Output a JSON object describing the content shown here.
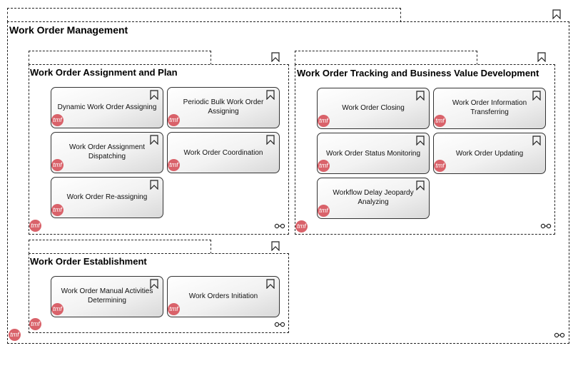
{
  "diagram": {
    "outer_title": "Work Order Management",
    "badge_text": "tmf",
    "groups": {
      "assignment": {
        "title": "Work Order Assignment and Plan",
        "items": [
          "Dynamic Work Order Assigning",
          "Periodic Bulk Work Order Assigning",
          "Work Order Assignment Dispatching",
          "Work Order Coordination",
          "Work Order Re-assigning"
        ]
      },
      "tracking": {
        "title": "Work Order Tracking and Business Value Development",
        "items": [
          "Work Order Closing",
          "Work Order Information Transferring",
          "Work Order Status Monitoring",
          "Work Order Updating",
          "Workflow Delay Jeopardy Analyzing"
        ]
      },
      "establishment": {
        "title": "Work Order Establishment",
        "items": [
          "Work Order Manual Activities Determining",
          "Work Orders Initiation"
        ]
      }
    }
  }
}
